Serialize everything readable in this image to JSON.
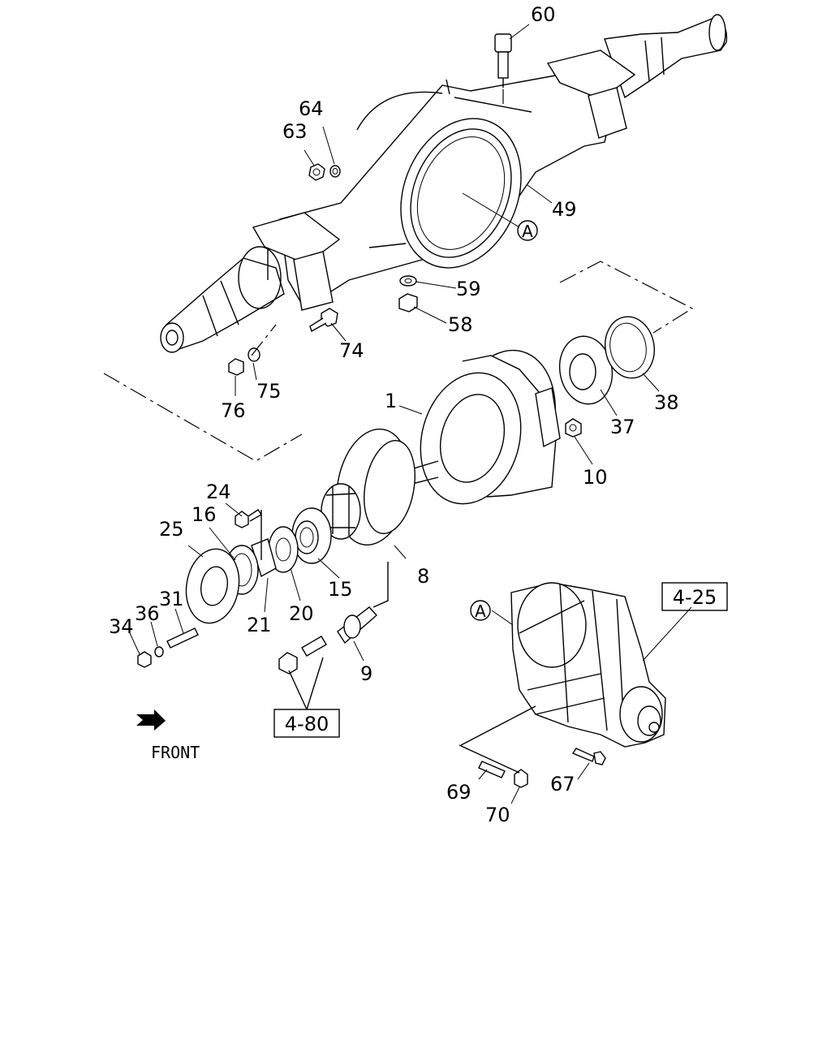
{
  "diagram": {
    "callouts": {
      "p1": "1",
      "p8": "8",
      "p9": "9",
      "p10": "10",
      "p15": "15",
      "p16": "16",
      "p20": "20",
      "p21": "21",
      "p24": "24",
      "p25": "25",
      "p31": "31",
      "p34": "34",
      "p36": "36",
      "p37": "37",
      "p38": "38",
      "p49": "49",
      "p58": "58",
      "p59": "59",
      "p60": "60",
      "p63": "63",
      "p64": "64",
      "p67": "67",
      "p69": "69",
      "p70": "70",
      "p74": "74",
      "p75": "75",
      "p76": "76"
    },
    "markers": {
      "a1": "A",
      "a2": "A"
    },
    "references": {
      "r425": "4-25",
      "r480": "4-80"
    },
    "front_label": "FRONT"
  }
}
